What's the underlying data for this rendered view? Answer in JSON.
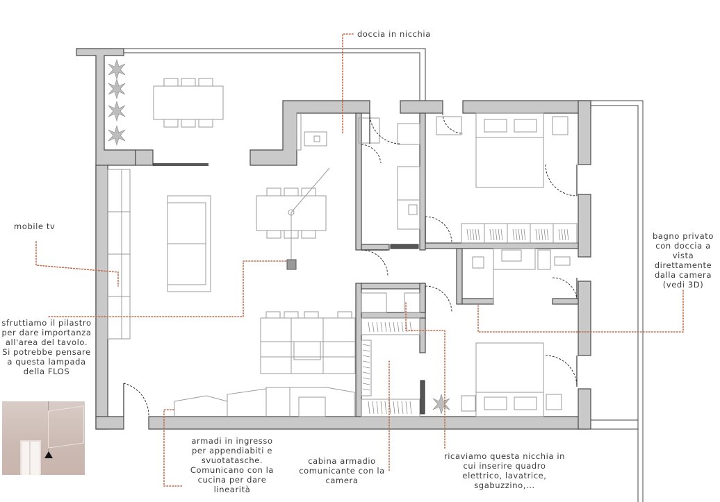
{
  "annotations": {
    "doccia": "doccia in nicchia",
    "mobile_tv": "mobile tv",
    "pilastro": "sfruttiamo il pilastro per dare importanza all'area del tavolo. Si potrebbe pensare a questa lampada della FLOS",
    "bagno": "bagno privato con doccia a vista direttamente dalla camera (vedi 3D)",
    "armadi": "armadi in ingresso per appendiabiti e svuotatasche. Comunicano con la cucina per dare linearità",
    "cabina": "cabina armadio comunicante con la camera",
    "nicchia": "ricaviamo questa nicchia in cui inserire quadro elettrico, lavatrice, sgabuzzino,..."
  },
  "colors": {
    "wall": "#c9c9c9",
    "wall_stroke": "#4a4a4a",
    "furniture": "#9a9a9a",
    "leader": "#c0694b",
    "text": "#3a3a3a"
  }
}
